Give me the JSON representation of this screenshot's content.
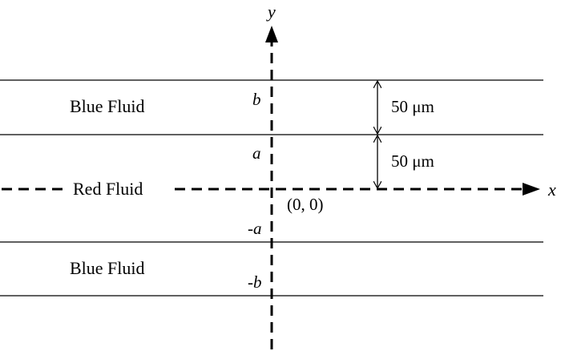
{
  "axes": {
    "x_label": "x",
    "y_label": "y"
  },
  "regions": {
    "top": "Blue Fluid",
    "middle": "Red Fluid",
    "bottom": "Blue Fluid"
  },
  "coordinates": {
    "b": "b",
    "a": "a",
    "neg_a": "-a",
    "neg_b": "-b"
  },
  "origin_label": "(0, 0)",
  "dimensions": {
    "upper": "50 μm",
    "lower": "50 μm"
  }
}
